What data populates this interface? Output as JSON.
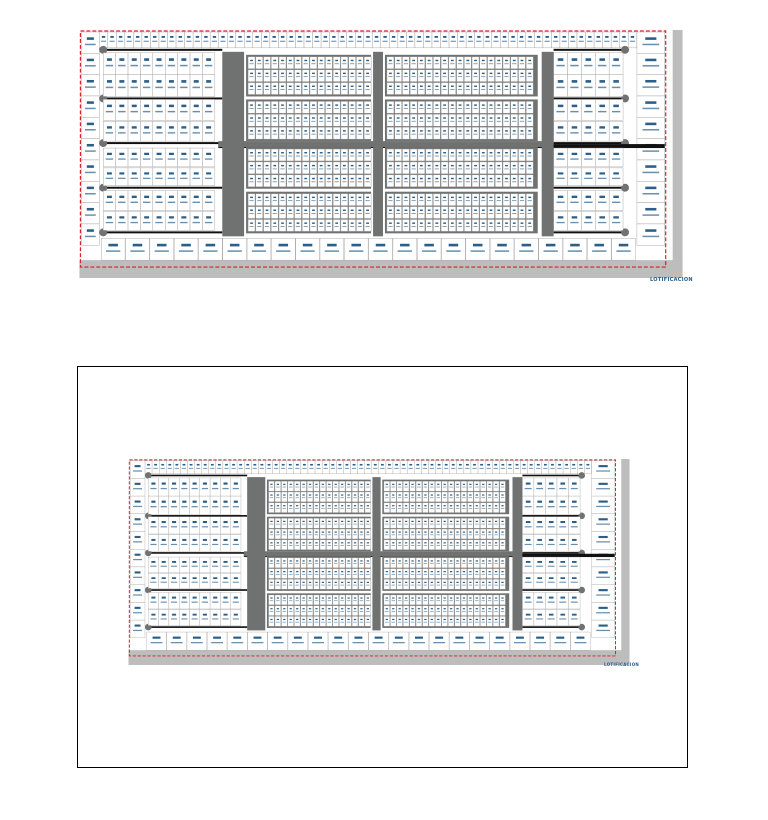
{
  "caption": "LOTIFICACION",
  "plan_sheets": [
    {
      "label": "plano-superior"
    },
    {
      "label": "plano-inferior"
    }
  ],
  "colors": {
    "boundary": "#d8202a",
    "road": "#6f7270",
    "plot_text": "#2a5f8a",
    "plot_fill": "#ffffff",
    "street_line": "#111111",
    "ground": "#bdbdbd"
  },
  "icons": [
    "road-node-icon"
  ]
}
